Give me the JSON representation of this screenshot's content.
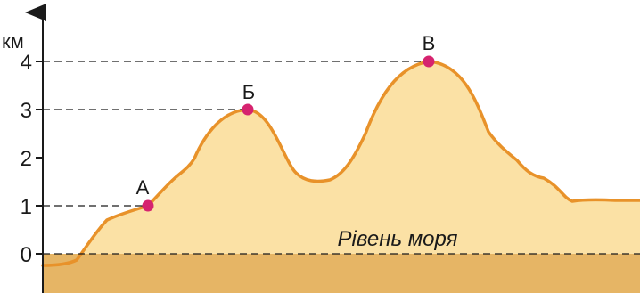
{
  "axis": {
    "unit": "км",
    "ticks": [
      "0",
      "1",
      "2",
      "3",
      "4"
    ]
  },
  "points": [
    {
      "label": "А",
      "height_km": 1
    },
    {
      "label": "Б",
      "height_km": 3
    },
    {
      "label": "В",
      "height_km": 4
    }
  ],
  "sea_level_label": "Рівень моря",
  "colors": {
    "land": "#fbe1a5",
    "land_outline": "#e8922a",
    "ground": "#e6b565",
    "water": "#a9cfee",
    "points": "#d6236f",
    "guides": "#1a1a1a"
  }
}
